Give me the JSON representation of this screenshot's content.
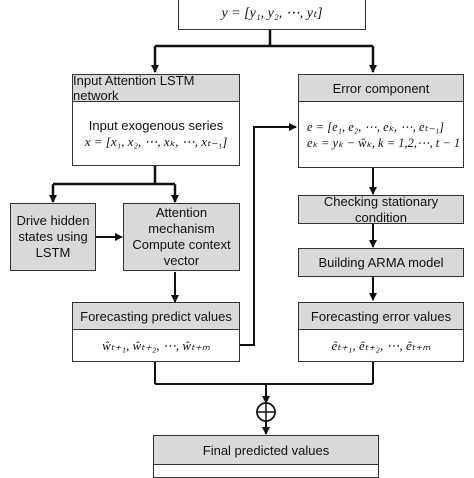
{
  "top": {
    "equation": "y = [y₁, y₂, ⋯, yₜ]"
  },
  "left": {
    "lstm_header": "Input Attention LSTM network",
    "input_series_label": "Input exogenous series",
    "input_series_eq": "x = [x₁, x₂, ⋯, xₖ, ⋯, xₜ₋₁]",
    "drive_hidden": [
      "Drive hidden",
      "states using",
      "LSTM"
    ],
    "attention": [
      "Attention mechanism",
      "Compute context",
      "vector"
    ],
    "forecast_header": "Forecasting predict values",
    "forecast_eq": "ŵₜ₊₁, ŵₜ₊₂, ⋯, ŵₜ₊ₘ"
  },
  "right": {
    "error_header": "Error component",
    "error_eq1": "e = [e₁, e₂, ⋯, eₖ, ⋯, eₜ₋₁]",
    "error_eq2": "eₖ = yₖ − ŵₖ, k = 1,2,⋯, t − 1",
    "stationary": "Checking stationary condition",
    "arma": "Building ARMA model",
    "forecast_err_header": "Forecasting error values",
    "forecast_err_eq": "êₜ₊₁, êₜ₊₂, ⋯, êₜ₊ₘ"
  },
  "bottom": {
    "combine_symbol": "⊕",
    "final": "Final predicted values"
  }
}
